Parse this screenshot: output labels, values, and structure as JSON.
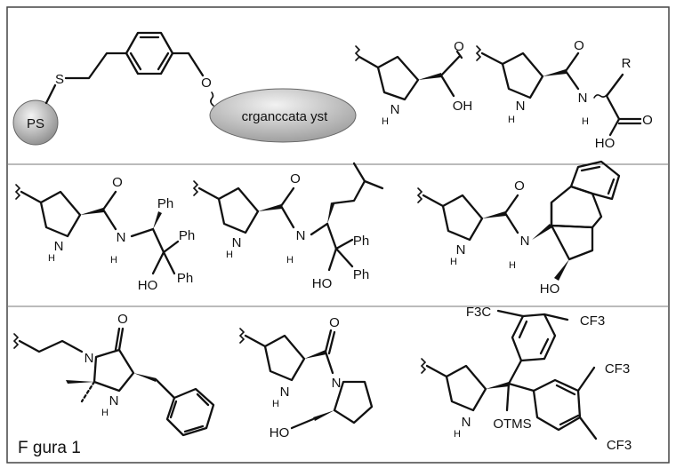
{
  "figure": {
    "caption": "F gura 1",
    "support_label": "PS",
    "catalyst_label": "crganccata yst",
    "colors": {
      "line": "#111111",
      "sphere_light": "#f4f4f4",
      "sphere_dark": "#8c8c8c",
      "frame": "#444444"
    }
  },
  "atoms": {
    "s": "S",
    "o_link": "O",
    "oh_acid": "OH",
    "h_ring": "H",
    "o": "O",
    "n": "N",
    "h": "H",
    "r": "R",
    "ho": "HO",
    "ph": "Ph",
    "f3c": "F3C",
    "cf3": "CF3",
    "otms": "OTMS",
    "f": "F",
    "sub3": "3",
    "c": "C"
  }
}
